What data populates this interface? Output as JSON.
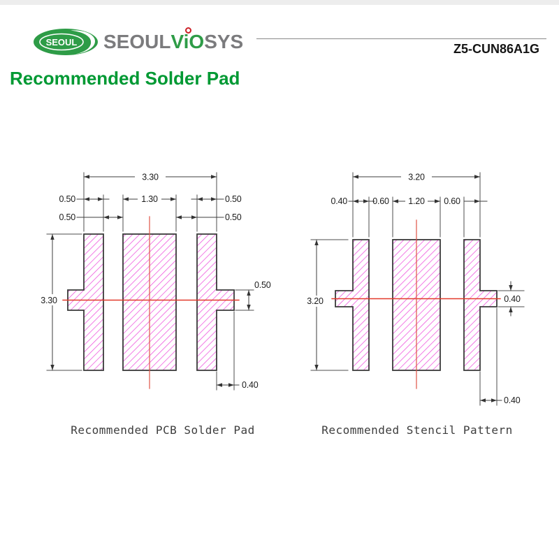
{
  "header": {
    "logo_badge": "SEOUL",
    "brand_gray1": "SEOUL",
    "brand_green": "ViO",
    "brand_gray2": "SYS",
    "part_number": "Z5-CUN86A1G"
  },
  "title": "Recommended Solder Pad",
  "left": {
    "caption": "Recommended PCB Solder Pad",
    "overall_width": "3.30",
    "overall_height": "3.30",
    "left_pad_width": "0.50",
    "center_pad_width": "1.30",
    "right_pad_width": "0.50",
    "left_gap": "0.50",
    "right_gap": "0.50",
    "tab_height": "0.50",
    "tab_width": "0.40"
  },
  "right": {
    "caption": "Recommended Stencil Pattern",
    "overall_width": "3.20",
    "overall_height": "3.20",
    "left_pad_width": "0.40",
    "center_pad_width": "1.20",
    "left_gap": "0.60",
    "right_gap": "0.60",
    "tab_height": "0.40",
    "tab_width": "0.40"
  },
  "colors": {
    "hatch": "#ee4fdd",
    "outline": "#3a3a3a",
    "centerline": "#e23a2b",
    "brand_green": "#2e9c47",
    "title_green": "#009933"
  }
}
